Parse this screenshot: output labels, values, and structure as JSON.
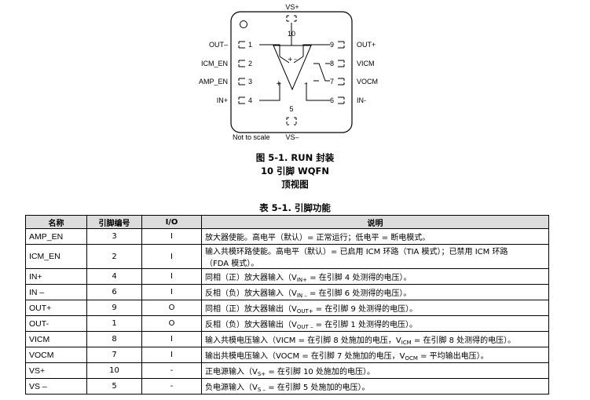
{
  "diagram": {
    "pins_left": [
      {
        "label": "OUT–",
        "num": "1"
      },
      {
        "label": "ICM_EN",
        "num": "2"
      },
      {
        "label": "AMP_EN",
        "num": "3"
      },
      {
        "label": "IN+",
        "num": "4"
      }
    ],
    "pins_right": [
      {
        "label": "OUT+",
        "num": "9"
      },
      {
        "label": "VICM",
        "num": "8"
      },
      {
        "label": "VOCM",
        "num": "7"
      },
      {
        "label": "IN-",
        "num": "6"
      }
    ],
    "pin_top": {
      "label": "VS+",
      "num": "10"
    },
    "pin_bottom": {
      "label": "VS–",
      "num": "5"
    },
    "note": "Not to scale",
    "amp_plus": "+",
    "amp_minus": "–"
  },
  "figure_caption": {
    "line1": "图 5-1. RUN 封装",
    "line2": "10 引脚 WQFN",
    "line3": "顶视图"
  },
  "table_caption": "表 5-1. 引脚功能",
  "table": {
    "headers": [
      "名称",
      "引脚编号",
      "I/O",
      "说明"
    ],
    "rows": [
      {
        "name": "AMP_EN",
        "pin": "3",
        "io": "I",
        "desc": [
          "放大器使能。高电平（默认）= 正常运行；低电平 = 断电模式。"
        ]
      },
      {
        "name": "ICM_EN",
        "pin": "2",
        "io": "I",
        "desc": [
          "输入共模环路使能。高电平（默认）= 已启用 ICM 环路（TIA 模式）；已禁用 ICM 环路",
          "（FDA 模式）。"
        ]
      },
      {
        "name": "IN+",
        "pin": "4",
        "io": "I",
        "desc": [
          "同相（正）放大器输入（V",
          "IN+",
          " = 在引脚 4 处测得的电压）。"
        ]
      },
      {
        "name": "IN –",
        "pin": "6",
        "io": "I",
        "desc": [
          "反相（负）放大器输入（V",
          "IN –",
          " = 在引脚 6 处测得的电压）。"
        ]
      },
      {
        "name": "OUT+",
        "pin": "9",
        "io": "O",
        "desc": [
          "同相（正）放大器输出（V",
          "OUT+",
          " = 在引脚 9 处测得的电压）。"
        ]
      },
      {
        "name": "OUT-",
        "pin": "1",
        "io": "O",
        "desc": [
          "反相（负）放大器输出（V",
          "OUT –",
          " = 在引脚 1 处测得的电压）。"
        ]
      },
      {
        "name": "VICM",
        "pin": "8",
        "io": "I",
        "desc": [
          "输入共模电压输入（VICM = 在引脚 8 处施加的电压，V",
          "ICM",
          " = 在引脚 8 处测得的电压）。"
        ]
      },
      {
        "name": "VOCM",
        "pin": "7",
        "io": "I",
        "desc": [
          "输出共模电压输入（VOCM = 在引脚 7 处施加的电压，V",
          "OCM",
          " = 平均输出电压）。"
        ]
      },
      {
        "name": "VS+",
        "pin": "10",
        "io": "-",
        "desc": [
          "正电源输入（V",
          "S+",
          " = 在引脚 10 处施加的电压）。"
        ]
      },
      {
        "name": "VS –",
        "pin": "5",
        "io": "-",
        "desc": [
          "负电源输入（V",
          "S –",
          " = 在引脚 5 处施加的电压）。"
        ]
      }
    ]
  }
}
